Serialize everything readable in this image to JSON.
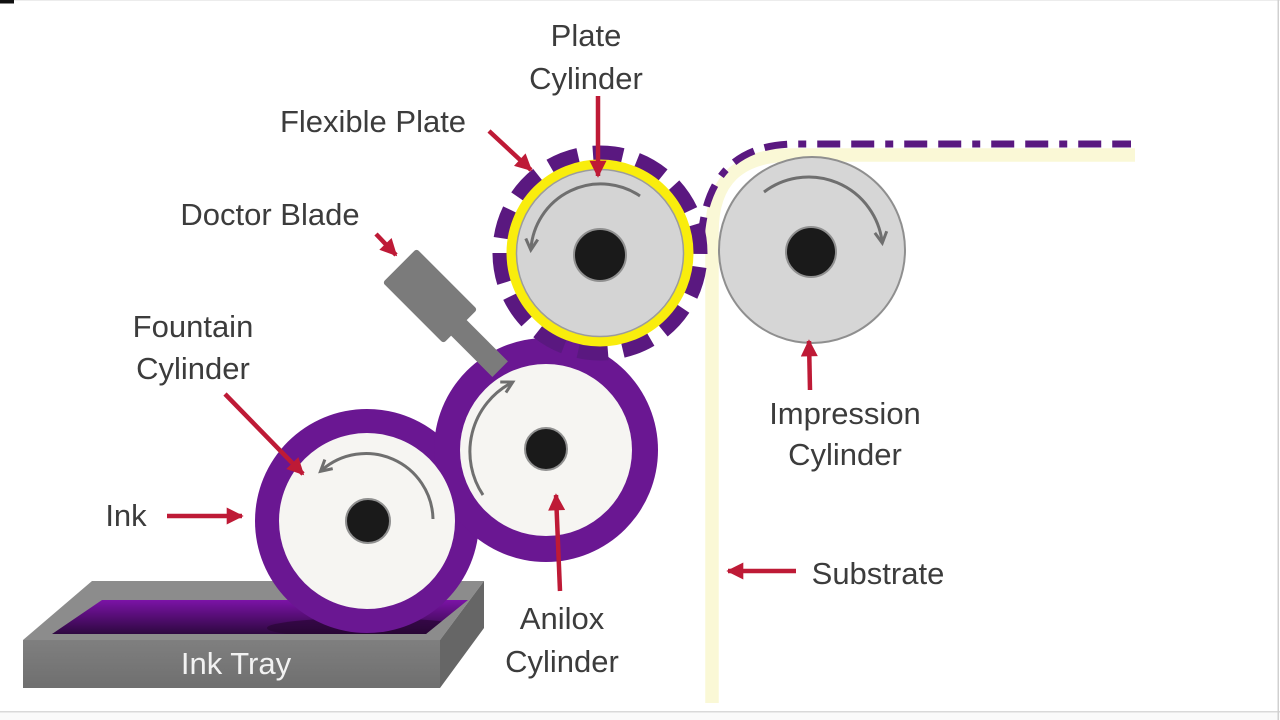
{
  "labels": {
    "plate_cylinder": {
      "line1": "Plate",
      "line2": "Cylinder"
    },
    "flexible_plate": {
      "text": "Flexible Plate"
    },
    "doctor_blade": {
      "text": "Doctor Blade"
    },
    "fountain_cylinder": {
      "line1": "Fountain",
      "line2": "Cylinder"
    },
    "ink": {
      "text": "Ink"
    },
    "anilox_cylinder": {
      "line1": "Anilox",
      "line2": "Cylinder"
    },
    "impression_cylinder": {
      "line1": "Impression",
      "line2": "Cylinder"
    },
    "substrate": {
      "text": "Substrate"
    },
    "ink_tray": {
      "text": "Ink Tray"
    }
  },
  "icons": {
    "rotation_arrow": "curved-arc-arrow-gray",
    "label_pointer": "straight-red-arrow"
  },
  "colors": {
    "background": "#FFFFFF",
    "roller_purple": "#6A1792",
    "printed_web_dash_purple": "#5A1880",
    "plate_dash_purple": "#5A1880",
    "ink_gradient_top": "#7B13A6",
    "ink_gradient_bottom": "#2E0840",
    "plate_sleeve_yellow": "#F9ED0D",
    "substrate_cream": "#FAF8D6",
    "arrow_red": "#BE1A36",
    "label_text_gray": "#3C3C3C",
    "cylinder_fill_gray": "#D5D5D5",
    "roller_inner_white": "#F6F5F2",
    "center_dot_black": "#1A1A1A",
    "tray_gray": "#7B7B7B",
    "rotation_arrow_gray": "#6F6F6F"
  }
}
